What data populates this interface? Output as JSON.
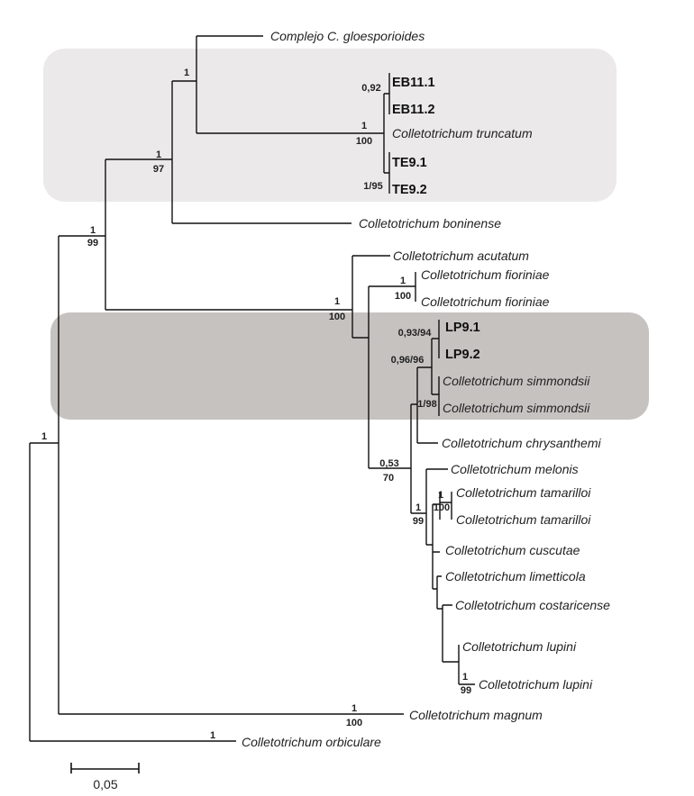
{
  "figure": {
    "type": "phylogenetic-tree",
    "scale_bar_label": "0,05",
    "highlight_colors": {
      "top_group": "#ebe9ea",
      "bottom_group": "#c6c2c0"
    }
  },
  "taxa": {
    "gloeosporioides": "Complejo C. gloesporioides",
    "eb11_1": "EB11.1",
    "eb11_2": "EB11.2",
    "truncatum": "Colletotrichum truncatum",
    "te9_1": "TE9.1",
    "te9_2": "TE9.2",
    "boninense": "Colletotrichum boninense",
    "acutatum": "Colletotrichum acutatum",
    "fioriniae_1": "Colletotrichum fioriniae",
    "fioriniae_2": "Colletotrichum fioriniae",
    "lp9_1": "LP9.1",
    "lp9_2": "LP9.2",
    "simmondsii_1": "Colletotrichum simmondsii",
    "simmondsii_2": "Colletotrichum simmondsii",
    "chrysanthemi": "Colletotrichum chrysanthemi",
    "melonis": "Colletotrichum melonis",
    "tamarilloi_1": "Colletotrichum tamarilloi",
    "tamarilloi_2": "Colletotrichum tamarilloi",
    "cuscutae": "Colletotrichum cuscutae",
    "limetticola": "Colletotrichum limetticola",
    "costaricense": "Colletotrichum costaricense",
    "lupini_1": "Colletotrichum lupini",
    "lupini_2": "Colletotrichum lupini",
    "magnum": "Colletotrichum magnum",
    "orbiculare": "Colletotrichum orbiculare"
  },
  "support": {
    "gloeo_node": "1",
    "eb11_node": "0,92",
    "truncatum_clade_pp": "1",
    "truncatum_clade_bs": "100",
    "te9_node": "1/95",
    "gloeo_trunc_pp": "1",
    "gloeo_trunc_bs": "97",
    "upper_pp": "1",
    "upper_bs": "99",
    "acutatum_complex_pp": "1",
    "acutatum_complex_bs": "100",
    "fioriniae_pp": "1",
    "fioriniae_bs": "100",
    "lp9_node": "0,93/94",
    "lp_simm_node": "0,96/96",
    "simm_chrys_node": "1/98",
    "node_053_pp": "0,53",
    "node_053_bs": "70",
    "melonis_clade_pp": "1",
    "melonis_clade_bs": "99",
    "tamarilloi_pp": "1",
    "tamarilloi_bs": "100",
    "lupini_pp": "1",
    "lupini_bs": "99",
    "ingroup_node": "1",
    "magnum_pp": "1",
    "magnum_bs": "100",
    "orbiculare_pp": "1"
  }
}
